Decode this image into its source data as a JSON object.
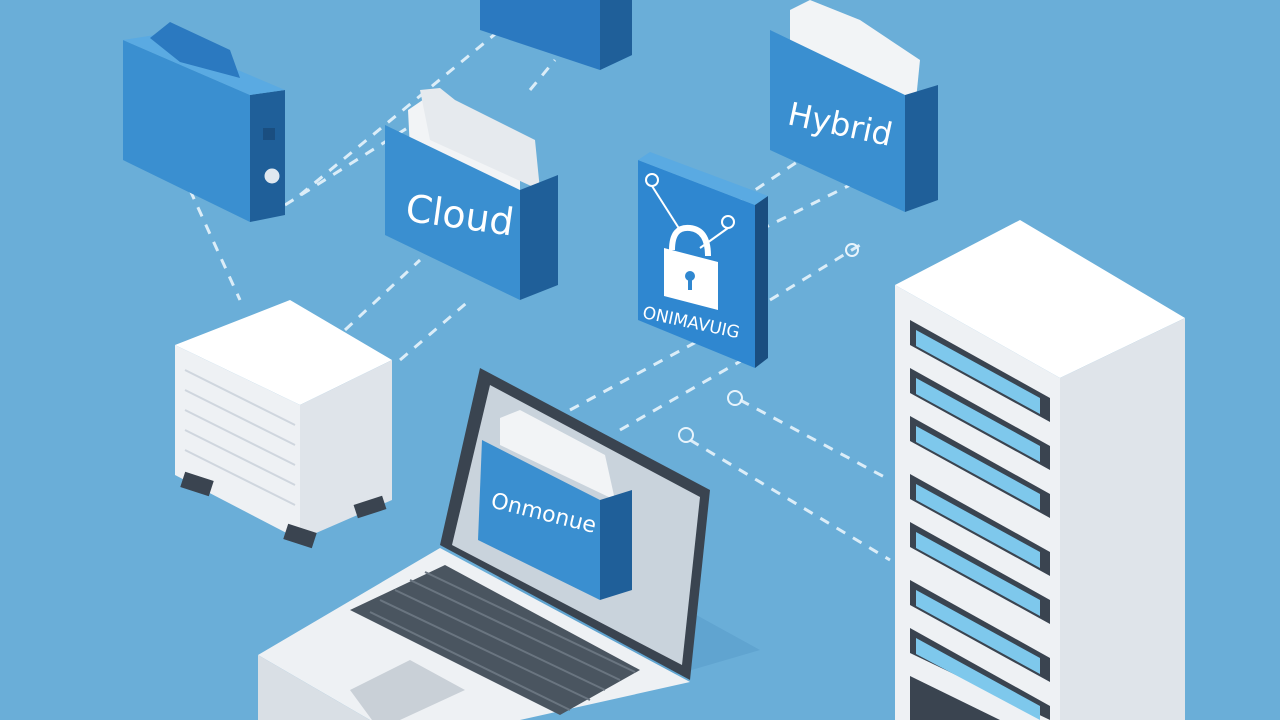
{
  "scene": {
    "background": "#6aaed8",
    "accent_blue": "#3a8fd0",
    "dark_blue": "#1f5f99",
    "paper": "#f2f4f6"
  },
  "folders": {
    "cloud_label": "Cloud",
    "hybrid_label": "Hybrid",
    "laptop_folder_label": "Onmonue",
    "lock_card_label": "ONIMAVUIG"
  },
  "icons": [
    "folder-icon",
    "lock-icon",
    "server-rack-icon",
    "laptop-icon",
    "storage-box-icon",
    "nas-device-icon"
  ]
}
